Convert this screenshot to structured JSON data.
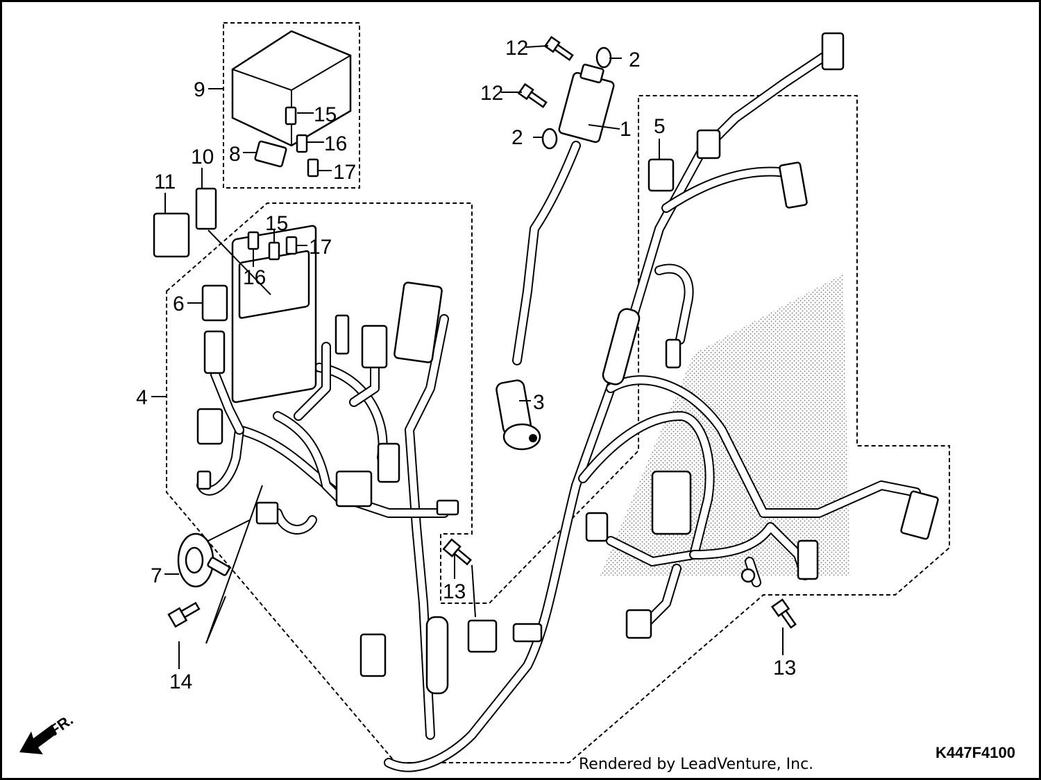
{
  "diagram": {
    "drawing_code": "K447F4100",
    "credit": "Rendered by LeadVenture, Inc.",
    "direction_label": "FR.",
    "callouts": [
      "1",
      "2",
      "2",
      "3",
      "4",
      "5",
      "6",
      "7",
      "8",
      "9",
      "10",
      "11",
      "12",
      "12",
      "13",
      "13",
      "14",
      "15",
      "15",
      "16",
      "16",
      "17",
      "17"
    ]
  }
}
